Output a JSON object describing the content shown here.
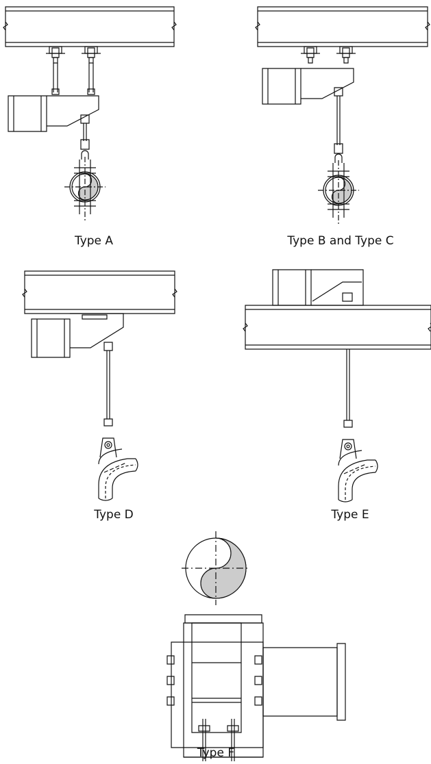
{
  "diagram": {
    "colors": {
      "line": "#111111",
      "shade": "#cccccc",
      "background": "#ffffff"
    },
    "captions": {
      "type_a": "Type A",
      "type_b_c": "Type B and Type C",
      "type_d": "Type D",
      "type_e": "Type E",
      "type_f": "Type F"
    }
  }
}
